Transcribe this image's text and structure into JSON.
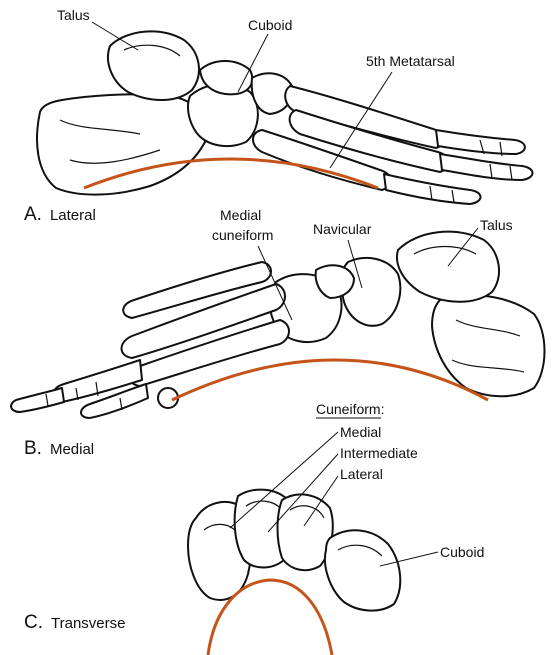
{
  "colors": {
    "arch": "#c4541a",
    "ink": "#111111"
  },
  "panels": {
    "lateral": {
      "letter": "A.",
      "name": "Lateral",
      "labels": {
        "talus": "Talus",
        "cuboid": "Cuboid",
        "metatarsal": "5th Metatarsal"
      }
    },
    "medial": {
      "letter": "B.",
      "name": "Medial",
      "labels": {
        "medial_cuneiform_line1": "Medial",
        "medial_cuneiform_line2": "cuneiform",
        "navicular": "Navicular",
        "talus": "Talus"
      }
    },
    "transverse": {
      "letter": "C.",
      "name": "Transverse",
      "labels": {
        "cuneiform_heading": "Cuneiform:",
        "medial": "Medial",
        "intermediate": "Intermediate",
        "lateral": "Lateral",
        "cuboid": "Cuboid"
      }
    }
  }
}
